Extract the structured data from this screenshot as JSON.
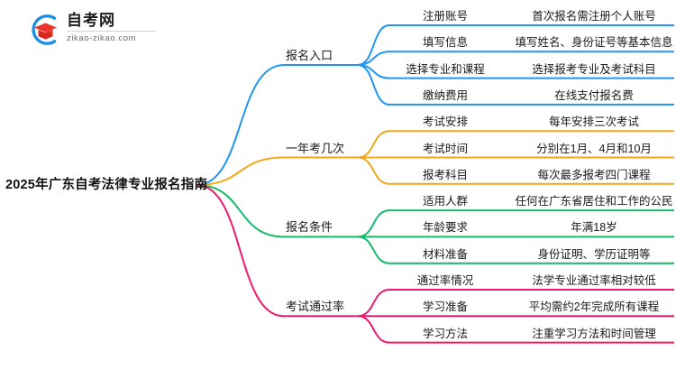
{
  "logo": {
    "name": "自考网",
    "url": "zikao-zikao.com",
    "mark_icon": "graduation-cap-icon",
    "arc_color": "#1b8fe0",
    "cap_color": "#e8342a"
  },
  "mindmap": {
    "root": {
      "label": "2025年广东自考法律专业报名指南"
    },
    "branches": [
      {
        "label": "报名入口",
        "color": "#2196f3",
        "items": [
          {
            "label": "注册账号",
            "detail": "首次报名需注册个人账号"
          },
          {
            "label": "填写信息",
            "detail": "填写姓名、身份证号等基本信息"
          },
          {
            "label": "选择专业和课程",
            "detail": "选择报考专业及考试科目"
          },
          {
            "label": "缴纳费用",
            "detail": "在线支付报名费"
          }
        ]
      },
      {
        "label": "一年考几次",
        "color": "#f0a818",
        "items": [
          {
            "label": "考试安排",
            "detail": "每年安排三次考试"
          },
          {
            "label": "考试时间",
            "detail": "分别在1月、4月和10月"
          },
          {
            "label": "报考科目",
            "detail": "每次最多报考四门课程"
          }
        ]
      },
      {
        "label": "报名条件",
        "color": "#14bc6a",
        "items": [
          {
            "label": "适用人群",
            "detail": "任何在广东省居住和工作的公民"
          },
          {
            "label": "年龄要求",
            "detail": "年满18岁"
          },
          {
            "label": "材料准备",
            "detail": "身份证明、学历证明等"
          }
        ]
      },
      {
        "label": "考试通过率",
        "color": "#ee1a6e",
        "items": [
          {
            "label": "通过率情况",
            "detail": "法学专业通过率相对较低"
          },
          {
            "label": "学习准备",
            "detail": "平均需约2年完成所有课程"
          },
          {
            "label": "学习方法",
            "detail": "注重学习方法和时间管理"
          }
        ]
      }
    ]
  }
}
